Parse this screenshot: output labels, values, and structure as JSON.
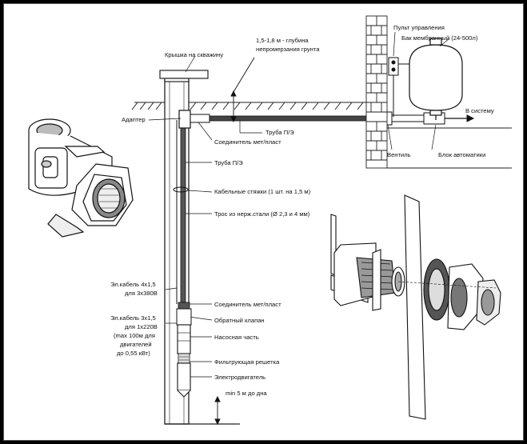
{
  "labels": {
    "well_cap": "Крышка на скважину",
    "freeze_depth_1": "1,5-1,8 м - глубина",
    "freeze_depth_2": "непромерзания грунта",
    "control_panel": "Пульт управления",
    "tank": "Бак мембранный (24-500л)",
    "adapter": "Адаптер",
    "pipe_pe_top": "Труба П/Э",
    "to_system": "В систему",
    "connector_top": "Соединитель мет/пласт",
    "valve": "Вентиль",
    "automation": "Блок автоматики",
    "pipe_pe": "Труба П/Э",
    "cable_ties": "Кабельные стяжки (1 шт. на 1,5 м)",
    "steel_rope": "Трос из нерж.стали (Ø 2,3 и 4 мм)",
    "cable4_1": "Эл.кабель 4х1,5",
    "cable4_2": "для 3х380В",
    "cable3_1": "Эл.кабель 3х1,5",
    "cable3_2": "для 1х220В",
    "cable3_3": "(max 100м для",
    "cable3_4": "двигателей",
    "cable3_5": "до 0,55 кВт)",
    "connector_bottom": "Соединитель мет/пласт",
    "check_valve": "Обратный клапан",
    "pump_part": "Насосная часть",
    "filter": "Фильтрующая решетка",
    "motor": "Электродвигатель",
    "min_depth": "min 5 м до дна"
  }
}
